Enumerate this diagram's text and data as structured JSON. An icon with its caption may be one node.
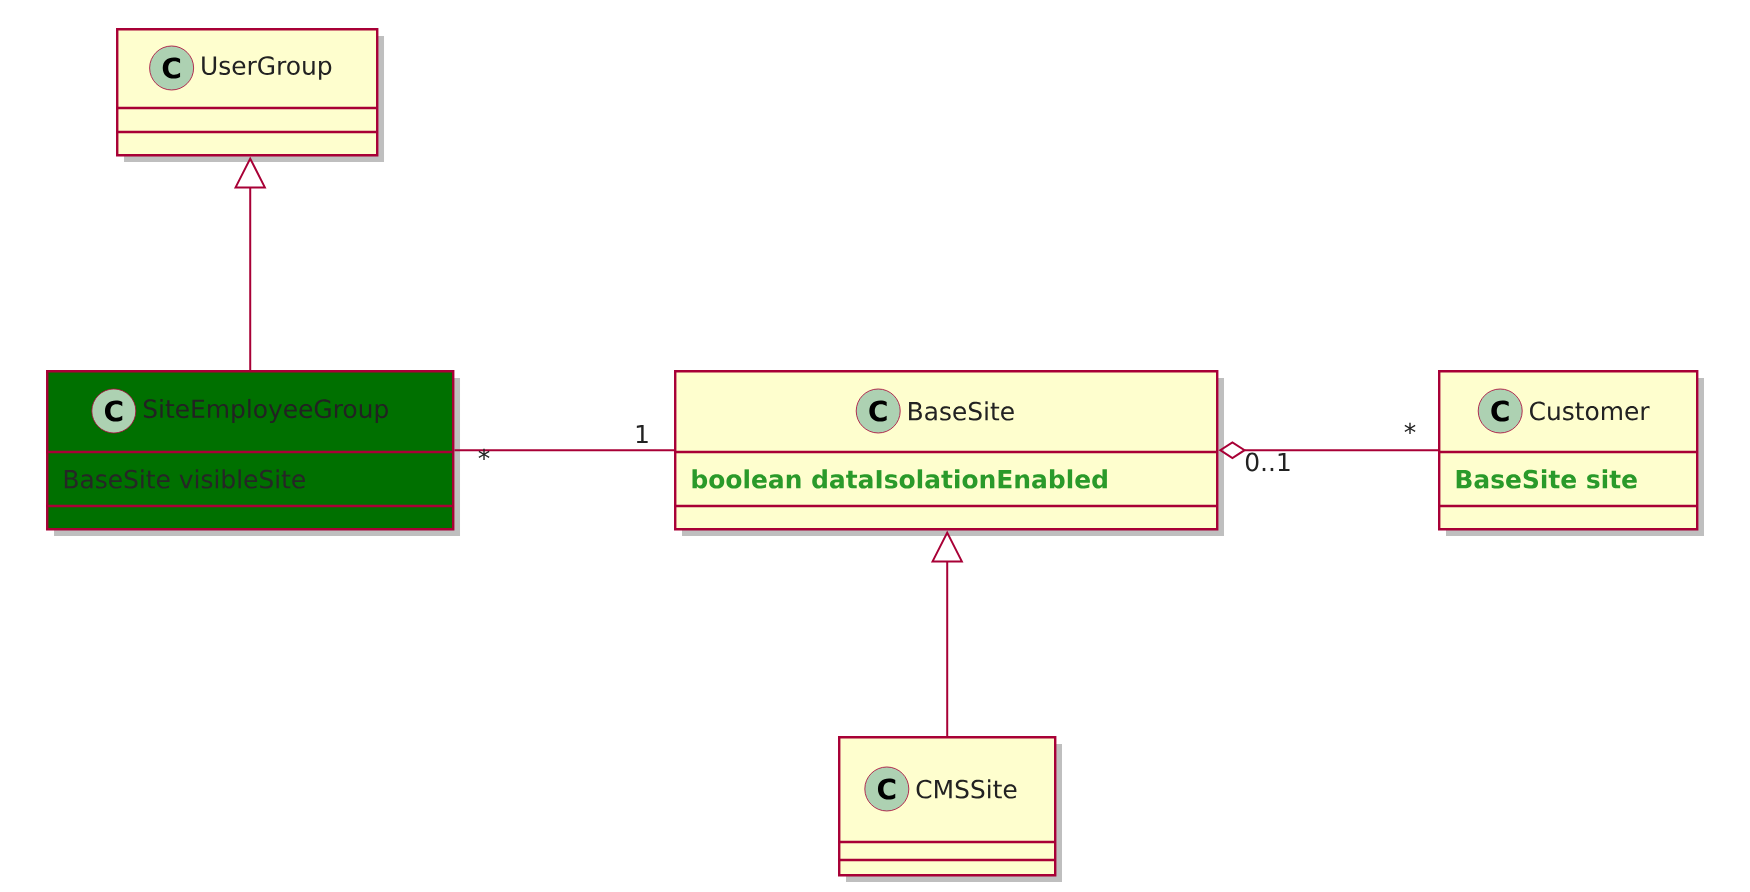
{
  "diagram": {
    "nodes": [
      {
        "text": [
          "C",
          "UserGroup"
        ]
      },
      {
        "text": [
          "C",
          "SiteEmployeeGroup",
          "BaseSite visibleSite"
        ]
      },
      {
        "text": [
          "C",
          "BaseSite",
          "boolean dataIsolationEnabled"
        ]
      },
      {
        "text": [
          "C",
          "Customer",
          "BaseSite site"
        ]
      },
      {
        "text": [
          "C",
          "CMSSite"
        ]
      }
    ],
    "edges": [
      {
        "from": 1,
        "to": 0,
        "arrow": "to"
      },
      {
        "from": 1,
        "to": 2,
        "arrow": "none"
      },
      {
        "from": 2,
        "to": 3,
        "arrow": "other"
      },
      {
        "from": 4,
        "to": 2,
        "arrow": "to"
      }
    ],
    "labels": [
      "*",
      "1",
      "0..1",
      "*"
    ]
  }
}
